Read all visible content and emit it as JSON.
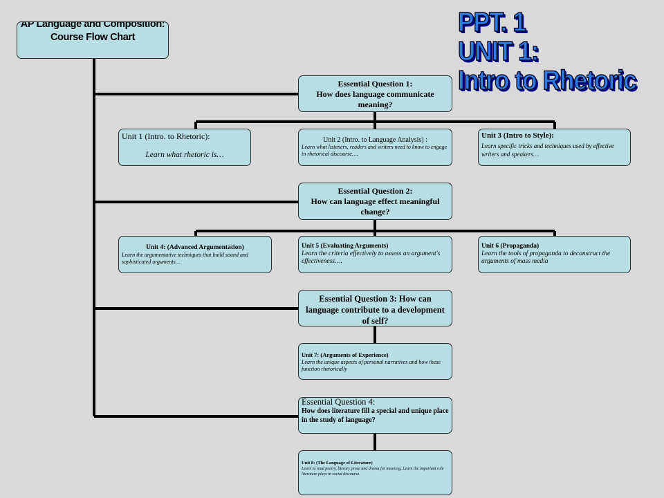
{
  "root": {
    "title": "AP Language and Composition: Course Flow Chart"
  },
  "banner": {
    "line1": "PPT. 1",
    "line2": "UNIT 1:",
    "line3": "Intro to Rhetoric"
  },
  "essential_questions": [
    {
      "title": "Essential Question 1:",
      "text": "How does language communicate meaning?"
    },
    {
      "title": "Essential Question 2:",
      "text": "How can language effect meaningful change?"
    },
    {
      "title": "Essential Question 3: How can language contribute to a development of self?",
      "text": ""
    },
    {
      "title": "Essential Question 4:",
      "text": "How does literature fill a special and unique place in the study of language?"
    }
  ],
  "units": [
    {
      "title": "Unit 1 (Intro. to Rhetoric):",
      "desc": "Learn what rhetoric is…"
    },
    {
      "title": "Unit 2 (Intro. to Language Analysis) :",
      "desc": "Learn what listeners, readers and writers need to know to engage in rhetorical discourse…."
    },
    {
      "title": "Unit 3 (Intro to Style):",
      "desc": "Learn specific tricks and techniques used by effective writers and speakers…"
    },
    {
      "title": "Unit 4: (Advanced Argumentation)",
      "desc": "Learn the argumentative techniques that build sound and sophisticated arguments…"
    },
    {
      "title": "Unit 5 (Evaluating Arguments)",
      "desc": "Learn the criteria effectively to assess an argument's effectiveness…."
    },
    {
      "title": "Unit 6 (Propaganda)",
      "desc": "Learn the tools of propaganda to deconstruct the arguments of mass media"
    },
    {
      "title": "Unit 7: (Arguments of Experience)",
      "desc": "Learn the unique aspects of personal narratives and how these function rhetorically"
    },
    {
      "title": "Unit 8: (The Language of Literature)",
      "desc": "Learn to read poetry, literary prose and drama for meaning. Learn the important role literature plays in social discourse."
    }
  ],
  "colors": {
    "box_fill": "#b8dde2",
    "connector": "#000000",
    "banner_text": "#2e7ce6",
    "banner_shadow": "#00008b",
    "background": "#d9d9d9"
  }
}
